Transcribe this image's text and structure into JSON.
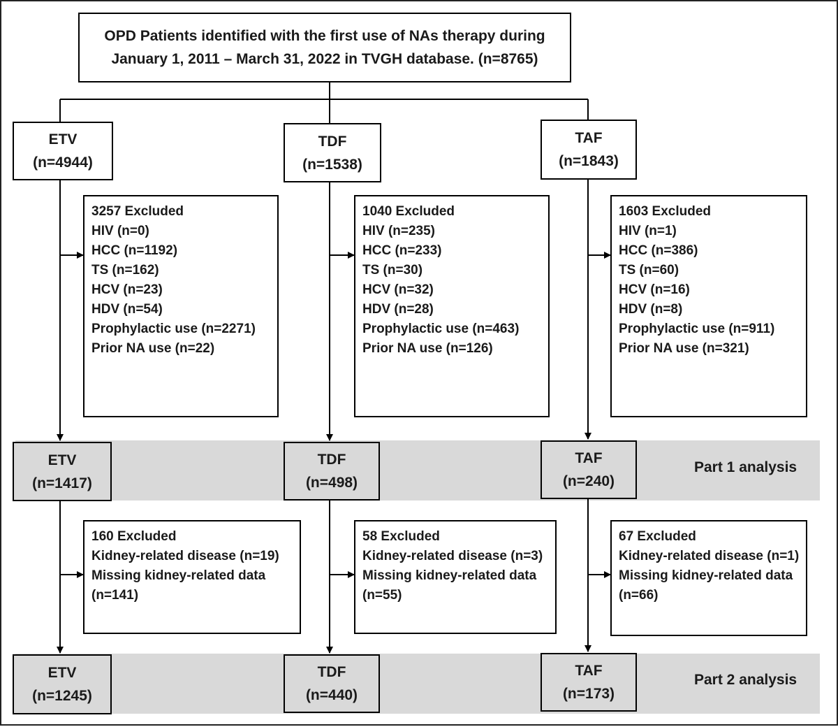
{
  "top": {
    "line1": "OPD Patients identified with the first use of NAs therapy during",
    "line2": "January 1, 2011 – March 31, 2022 in TVGH database. (n=8765)"
  },
  "arms": [
    {
      "name": "ETV",
      "initial_n": "(n=4944)",
      "excl1": [
        "3257 Excluded",
        "HIV (n=0)",
        "HCC (n=1192)",
        "TS (n=162)",
        "HCV (n=23)",
        "HDV (n=54)",
        "Prophylactic use (n=2271)",
        "Prior NA use (n=22)"
      ],
      "part1_n": "(n=1417)",
      "excl2": [
        "160 Excluded",
        "Kidney-related disease (n=19)",
        "Missing kidney-related data",
        "(n=141)"
      ],
      "part2_n": "(n=1245)"
    },
    {
      "name": "TDF",
      "initial_n": "(n=1538)",
      "excl1": [
        "1040 Excluded",
        "HIV (n=235)",
        "HCC (n=233)",
        "TS (n=30)",
        "HCV (n=32)",
        "HDV (n=28)",
        "Prophylactic use (n=463)",
        "Prior NA use (n=126)"
      ],
      "part1_n": "(n=498)",
      "excl2": [
        "58 Excluded",
        "Kidney-related disease (n=3)",
        "Missing kidney-related data",
        "(n=55)"
      ],
      "part2_n": "(n=440)"
    },
    {
      "name": "TAF",
      "initial_n": "(n=1843)",
      "excl1": [
        "1603 Excluded",
        "HIV (n=1)",
        "HCC (n=386)",
        "TS (n=60)",
        "HCV (n=16)",
        "HDV (n=8)",
        "Prophylactic use (n=911)",
        "Prior NA use (n=321)"
      ],
      "part1_n": "(n=240)",
      "excl2": [
        "67 Excluded",
        "Kidney-related disease (n=1)",
        "Missing kidney-related data",
        "(n=66)"
      ],
      "part2_n": "(n=173)"
    }
  ],
  "part1_label": "Part 1 analysis",
  "part2_label": "Part 2 analysis",
  "colors": {
    "band": "#d9d9d9",
    "line": "#000000"
  }
}
